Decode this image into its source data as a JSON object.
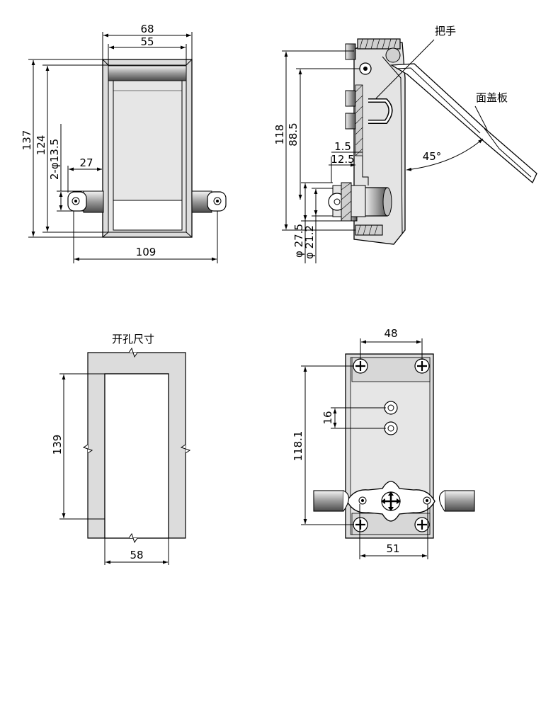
{
  "views": {
    "front": {
      "dim_width_outer": "68",
      "dim_width_inner": "55",
      "dim_height_137": "137",
      "dim_height_124": "124",
      "dim_holes": "2-φ13.5",
      "dim_offset_27": "27",
      "dim_span_109": "109"
    },
    "side": {
      "label_handle": "把手",
      "label_cover": "面盖板",
      "dim_118": "118",
      "dim_88_5": "88.5",
      "dim_1_5": "1.5",
      "dim_12_5": "12.5",
      "dim_angle": "45°",
      "dim_dia_27_5": "φ 27.5",
      "dim_dia_21_2": "φ 21.2"
    },
    "cutout": {
      "title": "开孔尺寸",
      "dim_139": "139",
      "dim_58": "58"
    },
    "back": {
      "dim_48": "48",
      "dim_16": "16",
      "dim_118_1": "118.1",
      "dim_51": "51"
    }
  },
  "colors": {
    "fill_gray": "#dcdcdc",
    "line": "#000000"
  }
}
